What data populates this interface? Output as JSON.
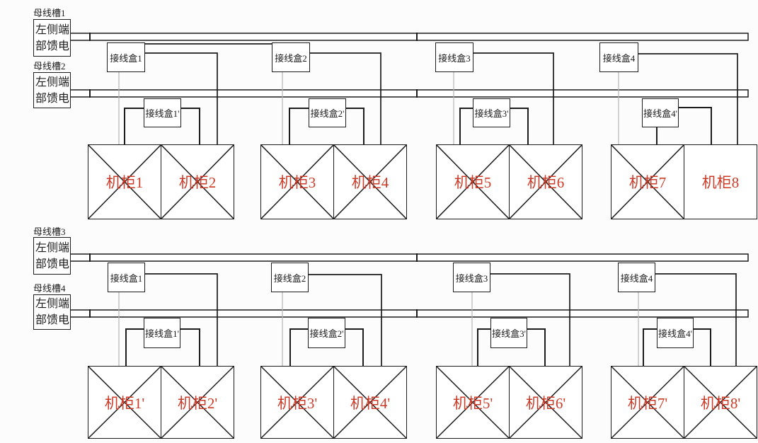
{
  "colors": {
    "line": "#1c1c1c",
    "thin_line": "#b5b5b5",
    "cabinet_label": "#cd3a27",
    "bus_fill": "#ffffff",
    "background": "#fcfcfc"
  },
  "top": {
    "busways": [
      {
        "label": "母线槽1",
        "feed_line1": "左侧端",
        "feed_line2": "部馈电"
      },
      {
        "label": "母线槽2",
        "feed_line1": "左侧端",
        "feed_line2": "部馈电"
      }
    ],
    "junction_boxes": [
      "接线盒1",
      "接线盒2",
      "接线盒3",
      "接线盒4"
    ],
    "junction_boxes_prime": [
      "接线盒1'",
      "接线盒2'",
      "接线盒3'",
      "接线盒4'"
    ],
    "cabinets": [
      "机柜1",
      "机柜2",
      "机柜3",
      "机柜4",
      "机柜5",
      "机柜6",
      "机柜7",
      "机柜8"
    ]
  },
  "bottom": {
    "busways": [
      {
        "label": "母线槽3",
        "feed_line1": "左侧端",
        "feed_line2": "部馈电"
      },
      {
        "label": "母线槽4",
        "feed_line1": "左侧端",
        "feed_line2": "部馈电"
      }
    ],
    "junction_boxes": [
      "接线盒1",
      "接线盒2",
      "接线盒3",
      "接线盒4"
    ],
    "junction_boxes_prime": [
      "接线盒1'",
      "接线盒2'",
      "接线盒3'",
      "接线盒4'"
    ],
    "cabinets": [
      "机柜1'",
      "机柜2'",
      "机柜3'",
      "机柜4'",
      "机柜5'",
      "机柜6'",
      "机柜7'",
      "机柜8'"
    ]
  }
}
